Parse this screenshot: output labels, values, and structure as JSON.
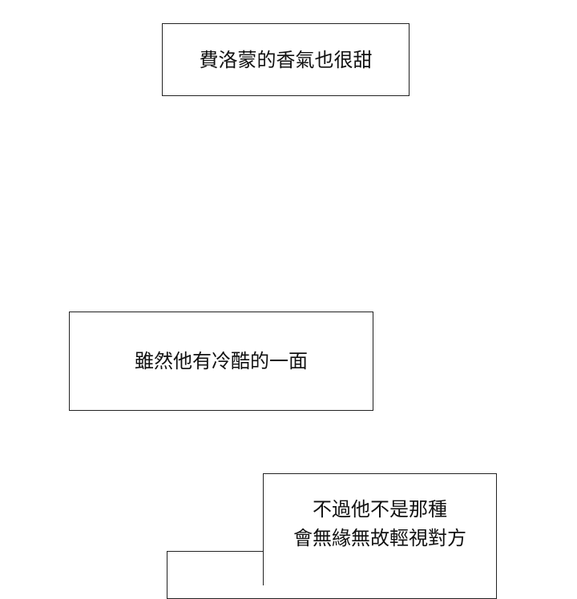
{
  "captions": [
    {
      "lines": [
        "費洛蒙的香氣也很甜"
      ]
    },
    {
      "lines": [
        "雖然他有冷酷的一面"
      ]
    },
    {
      "lines": [
        "不過他不是那種",
        "會無緣無故輕視對方"
      ]
    }
  ]
}
